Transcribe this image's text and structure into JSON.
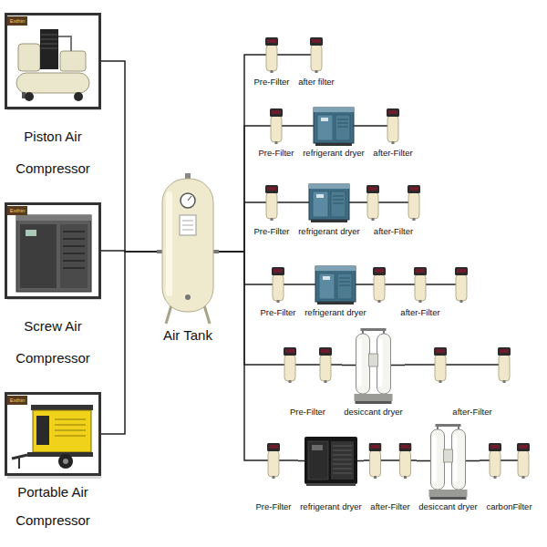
{
  "diagram": {
    "nodes": [
      {
        "text": [
          "Piston Air Compressor"
        ]
      },
      {
        "text": [
          "Screw Air Compressor"
        ]
      },
      {
        "text": [
          "Portable Air Compressor"
        ]
      },
      {
        "text": [
          "Air Tank"
        ]
      },
      {
        "text": [
          "Pre-Filter"
        ]
      },
      {
        "text": [
          "after filter"
        ]
      },
      {
        "text": [
          "Pre-Filter"
        ]
      },
      {
        "text": [
          "refrigerant dryer"
        ]
      },
      {
        "text": [
          "after-Filter"
        ]
      },
      {
        "text": [
          "Pre-Filter"
        ]
      },
      {
        "text": [
          "refrigerant dryer"
        ]
      },
      {
        "text": [
          "after-Filter"
        ]
      },
      {
        "text": [
          "Pre-Filter"
        ]
      },
      {
        "text": [
          "refrigerant dryer"
        ]
      },
      {
        "text": [
          "after-Filter"
        ]
      },
      {
        "text": [
          "Pre-Filter"
        ]
      },
      {
        "text": [
          "desiccant dryer"
        ]
      },
      {
        "text": [
          "after-Filter"
        ]
      },
      {
        "text": [
          "Pre-Filter"
        ]
      },
      {
        "text": [
          "refrigerant dryer"
        ]
      },
      {
        "text": [
          "after-Filter"
        ]
      },
      {
        "text": [
          "desiccant dryer"
        ]
      },
      {
        "text": [
          "carbonFilter"
        ]
      }
    ],
    "edges": [
      {
        "from": 0,
        "to": 3,
        "arrow": "none"
      },
      {
        "from": 1,
        "to": 3,
        "arrow": "none"
      },
      {
        "from": 2,
        "to": 3,
        "arrow": "none"
      },
      {
        "from": 3,
        "to": 4,
        "arrow": "none"
      },
      {
        "from": 3,
        "to": 6,
        "arrow": "none"
      },
      {
        "from": 3,
        "to": 9,
        "arrow": "none"
      },
      {
        "from": 3,
        "to": 12,
        "arrow": "none"
      },
      {
        "from": 3,
        "to": 15,
        "arrow": "none"
      },
      {
        "from": 3,
        "to": 18,
        "arrow": "none"
      },
      {
        "from": 4,
        "to": 5,
        "arrow": "none"
      },
      {
        "from": 6,
        "to": 7,
        "arrow": "none"
      },
      {
        "from": 7,
        "to": 8,
        "arrow": "none"
      },
      {
        "from": 9,
        "to": 10,
        "arrow": "none"
      },
      {
        "from": 10,
        "to": 11,
        "arrow": "none"
      },
      {
        "from": 12,
        "to": 13,
        "arrow": "none"
      },
      {
        "from": 13,
        "to": 14,
        "arrow": "none"
      },
      {
        "from": 15,
        "to": 16,
        "arrow": "none"
      },
      {
        "from": 16,
        "to": 17,
        "arrow": "none"
      },
      {
        "from": 18,
        "to": 19,
        "arrow": "none"
      },
      {
        "from": 19,
        "to": 20,
        "arrow": "none"
      },
      {
        "from": 20,
        "to": 21,
        "arrow": "none"
      },
      {
        "from": 21,
        "to": 22,
        "arrow": "none"
      }
    ],
    "labels": [
      "Exthin",
      "Exthin",
      "Exthin"
    ]
  }
}
